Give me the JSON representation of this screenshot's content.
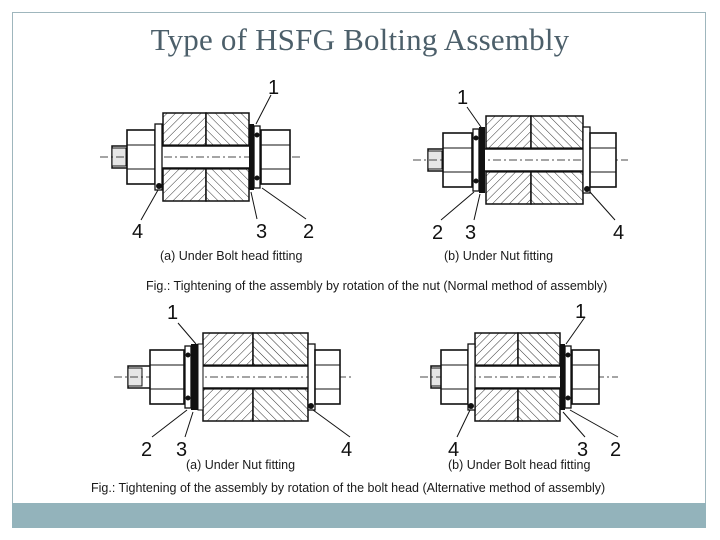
{
  "slide": {
    "title": "Type of HSFG Bolting Assembly"
  },
  "figure_top": {
    "left_caption": "(a) Under Bolt head fitting",
    "right_caption": "(b) Under Nut fitting",
    "caption": "Fig.: Tightening of the assembly by rotation of the nut (Normal method of assembly)",
    "left_callouts": {
      "washer": "1",
      "gap": "2",
      "indicator": "3",
      "pip": "4"
    },
    "right_callouts": {
      "washer": "1",
      "gap": "2",
      "indicator": "3",
      "pip": "4"
    }
  },
  "figure_bottom": {
    "left_caption": "(a) Under Nut fitting",
    "right_caption": "(b) Under Bolt head fitting",
    "caption": "Fig.: Tightening of the assembly by rotation of the bolt head (Alternative method of assembly)",
    "left_callouts": {
      "washer": "1",
      "gap": "2",
      "indicator": "3",
      "pip": "4"
    },
    "right_callouts": {
      "washer": "1",
      "gap": "2",
      "indicator": "3",
      "pip": "4"
    }
  },
  "colors": {
    "frame": "#9fb6bd",
    "footer": "#93b3bb",
    "title": "#4c5f6a"
  }
}
